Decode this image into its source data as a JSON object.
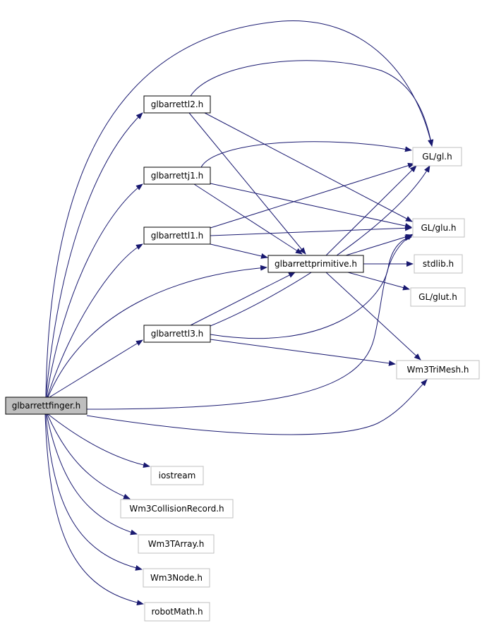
{
  "diagram": {
    "root": "glbarrettfinger",
    "colors": {
      "edge": "#191970",
      "root_fill": "#bfbfbf",
      "border_strong": "#000000",
      "border_light": "#bfbfbf",
      "background": "#ffffff"
    },
    "nodes": [
      {
        "id": "glbarrettfinger",
        "label": "glbarrettfinger.h",
        "style": "root"
      },
      {
        "id": "glbarrettl2",
        "label": "glbarrettl2.h",
        "style": "strong"
      },
      {
        "id": "glbarrettj1",
        "label": "glbarrettj1.h",
        "style": "strong"
      },
      {
        "id": "glbarrettl1",
        "label": "glbarrettl1.h",
        "style": "strong"
      },
      {
        "id": "glbarrettprimitive",
        "label": "glbarrettprimitive.h",
        "style": "strong"
      },
      {
        "id": "glbarrettl3",
        "label": "glbarrettl3.h",
        "style": "strong"
      },
      {
        "id": "gl_gl",
        "label": "GL/gl.h",
        "style": "light"
      },
      {
        "id": "gl_glu",
        "label": "GL/glu.h",
        "style": "light"
      },
      {
        "id": "stdlib",
        "label": "stdlib.h",
        "style": "light"
      },
      {
        "id": "gl_glut",
        "label": "GL/glut.h",
        "style": "light"
      },
      {
        "id": "wm3trimesh",
        "label": "Wm3TriMesh.h",
        "style": "light"
      },
      {
        "id": "iostream",
        "label": "iostream",
        "style": "light"
      },
      {
        "id": "wm3collisionrecord",
        "label": "Wm3CollisionRecord.h",
        "style": "light"
      },
      {
        "id": "wm3tarray",
        "label": "Wm3TArray.h",
        "style": "light"
      },
      {
        "id": "wm3node",
        "label": "Wm3Node.h",
        "style": "light"
      },
      {
        "id": "robotmath",
        "label": "robotMath.h",
        "style": "light"
      }
    ],
    "edges": [
      {
        "from": "glbarrettfinger",
        "to": "gl_gl"
      },
      {
        "from": "glbarrettfinger",
        "to": "glbarrettl2"
      },
      {
        "from": "glbarrettfinger",
        "to": "glbarrettj1"
      },
      {
        "from": "glbarrettfinger",
        "to": "glbarrettl1"
      },
      {
        "from": "glbarrettfinger",
        "to": "glbarrettprimitive"
      },
      {
        "from": "glbarrettfinger",
        "to": "glbarrettl3"
      },
      {
        "from": "glbarrettfinger",
        "to": "gl_glu"
      },
      {
        "from": "glbarrettfinger",
        "to": "wm3trimesh"
      },
      {
        "from": "glbarrettfinger",
        "to": "iostream"
      },
      {
        "from": "glbarrettfinger",
        "to": "wm3collisionrecord"
      },
      {
        "from": "glbarrettfinger",
        "to": "wm3tarray"
      },
      {
        "from": "glbarrettfinger",
        "to": "wm3node"
      },
      {
        "from": "glbarrettfinger",
        "to": "robotmath"
      },
      {
        "from": "glbarrettl2",
        "to": "gl_gl"
      },
      {
        "from": "glbarrettl2",
        "to": "gl_glu"
      },
      {
        "from": "glbarrettl2",
        "to": "glbarrettprimitive"
      },
      {
        "from": "glbarrettj1",
        "to": "gl_gl"
      },
      {
        "from": "glbarrettj1",
        "to": "gl_glu"
      },
      {
        "from": "glbarrettj1",
        "to": "glbarrettprimitive"
      },
      {
        "from": "glbarrettl1",
        "to": "gl_gl"
      },
      {
        "from": "glbarrettl1",
        "to": "gl_glu"
      },
      {
        "from": "glbarrettl1",
        "to": "glbarrettprimitive"
      },
      {
        "from": "glbarrettl3",
        "to": "glbarrettprimitive"
      },
      {
        "from": "glbarrettl3",
        "to": "gl_gl"
      },
      {
        "from": "glbarrettl3",
        "to": "gl_glu"
      },
      {
        "from": "glbarrettl3",
        "to": "wm3trimesh"
      },
      {
        "from": "glbarrettprimitive",
        "to": "gl_gl"
      },
      {
        "from": "glbarrettprimitive",
        "to": "gl_glu"
      },
      {
        "from": "glbarrettprimitive",
        "to": "stdlib"
      },
      {
        "from": "glbarrettprimitive",
        "to": "gl_glut"
      },
      {
        "from": "glbarrettprimitive",
        "to": "wm3trimesh"
      }
    ]
  }
}
